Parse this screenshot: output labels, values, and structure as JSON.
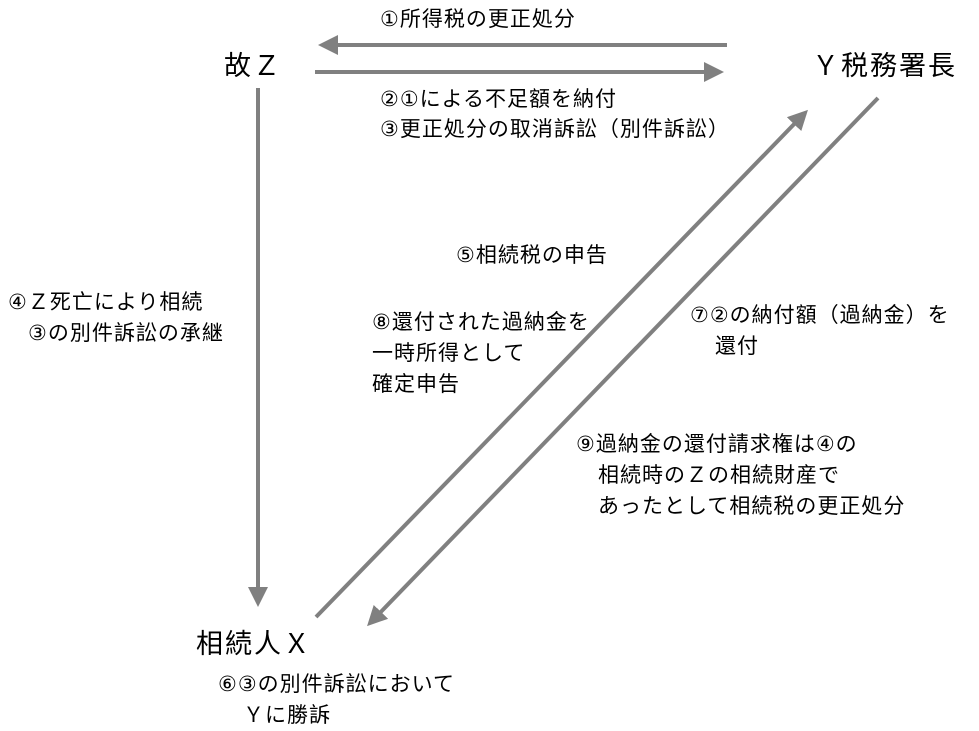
{
  "nodes": {
    "deceased": "故Ｚ",
    "tax_office": "Ｙ税務署長",
    "heir": "相続人Ｘ"
  },
  "labels": {
    "step1": "①所得税の更正処分",
    "step2": "②①による不足額を納付",
    "step3": "③更正処分の取消訴訟（別件訴訟）",
    "step4": [
      "④Ｚ死亡により相続",
      "③の別件訴訟の承継"
    ],
    "step5": "⑤相続税の申告",
    "step6": [
      "⑥③の別件訴訟において",
      "Ｙに勝訴"
    ],
    "step7": [
      "⑦②の納付額（過納金）を",
      "還付"
    ],
    "step8": [
      "⑧還付された過納金を",
      "一時所得として",
      "確定申告"
    ],
    "step9": [
      "⑨過納金の還付請求権は④の",
      "相続時のＺの相続財産で",
      "あったとして相続税の更正処分"
    ]
  },
  "colors": {
    "arrow": "#808080"
  }
}
